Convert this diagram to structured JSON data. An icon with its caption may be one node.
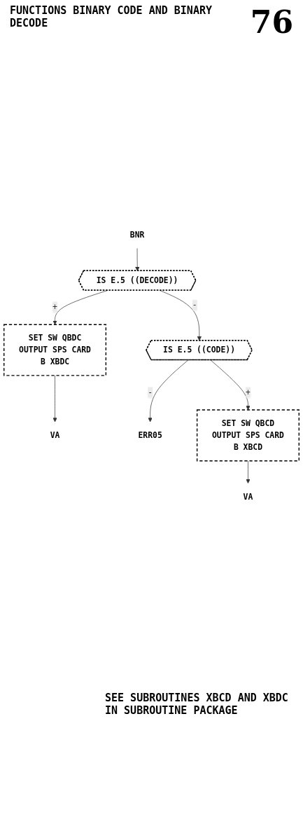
{
  "diagram": {
    "nodes": [
      {
        "text": [
          "BNR"
        ]
      },
      {
        "text": [
          "IS E.5 ((DECODE))"
        ]
      },
      {
        "text": [
          "SET SW QBDC",
          "OUTPUT SPS CARD",
          "B XBDC"
        ]
      },
      {
        "text": [
          "VA"
        ]
      },
      {
        "text": [
          "IS E.5 ((CODE))"
        ]
      },
      {
        "text": [
          "ERR05"
        ]
      },
      {
        "text": [
          "SET SW QBCD",
          "OUTPUT SPS CARD",
          "B XBCD"
        ]
      },
      {
        "text": [
          "VA"
        ]
      }
    ],
    "edges": [
      {
        "from": 0,
        "to": 1,
        "arrow": "to"
      },
      {
        "from": 1,
        "to": 2,
        "arrow": "to",
        "label": "+"
      },
      {
        "from": 1,
        "to": 4,
        "arrow": "to",
        "label": "-"
      },
      {
        "from": 2,
        "to": 3,
        "arrow": "to"
      },
      {
        "from": 4,
        "to": 5,
        "arrow": "to",
        "label": "-"
      },
      {
        "from": 4,
        "to": 6,
        "arrow": "to",
        "label": "+"
      },
      {
        "from": 6,
        "to": 7,
        "arrow": "to"
      }
    ],
    "labels": [
      "FUNCTIONS BINARY CODE AND BINARY DECODE",
      "76",
      "SEE SUBROUTINES XBCD AND XBDC IN SUBROUTINE PACKAGE"
    ]
  }
}
